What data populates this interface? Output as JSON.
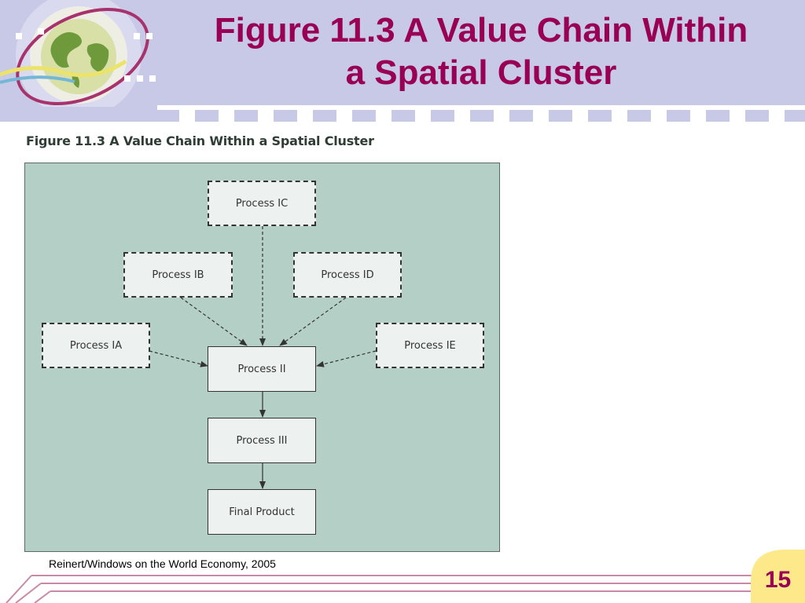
{
  "slide": {
    "title_line1": "Figure 11.3 A Value Chain Within",
    "title_line2": "a Spatial Cluster",
    "caption": "Figure 11.3  A Value Chain Within a Spatial Cluster",
    "source": "Reinert/Windows on the World Economy, 2005",
    "page_number": "15"
  },
  "diagram": {
    "nodes": {
      "ic": "Process IC",
      "ib": "Process IB",
      "id": "Process ID",
      "ia": "Process IA",
      "ie": "Process IE",
      "ii": "Process II",
      "iii": "Process III",
      "final": "Final Product"
    },
    "edges": [
      {
        "from": "Process IC",
        "to": "Process II",
        "style": "dashed"
      },
      {
        "from": "Process IB",
        "to": "Process II",
        "style": "dashed"
      },
      {
        "from": "Process ID",
        "to": "Process II",
        "style": "dashed"
      },
      {
        "from": "Process IA",
        "to": "Process II",
        "style": "dashed"
      },
      {
        "from": "Process IE",
        "to": "Process II",
        "style": "dashed"
      },
      {
        "from": "Process II",
        "to": "Process III",
        "style": "solid"
      },
      {
        "from": "Process III",
        "to": "Final Product",
        "style": "solid"
      }
    ]
  },
  "colors": {
    "title": "#990055",
    "header_bg": "#c7c9e6",
    "diagram_bg": "#b4cfc6",
    "node_bg": "#edf1ef",
    "page_badge": "#fde98a"
  },
  "icons": [
    "globe-logo-icon"
  ]
}
